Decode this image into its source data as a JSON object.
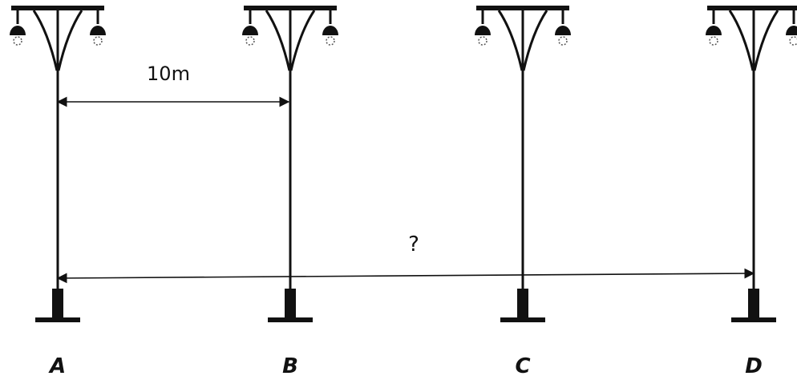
{
  "poles": [
    {
      "id": "A",
      "label": "A"
    },
    {
      "id": "B",
      "label": "B"
    },
    {
      "id": "C",
      "label": "C"
    },
    {
      "id": "D",
      "label": "D"
    }
  ],
  "measurements": {
    "ab_distance": "10m",
    "ad_distance": "?"
  },
  "colors": {
    "ink": "#111111",
    "background": "#ffffff"
  }
}
